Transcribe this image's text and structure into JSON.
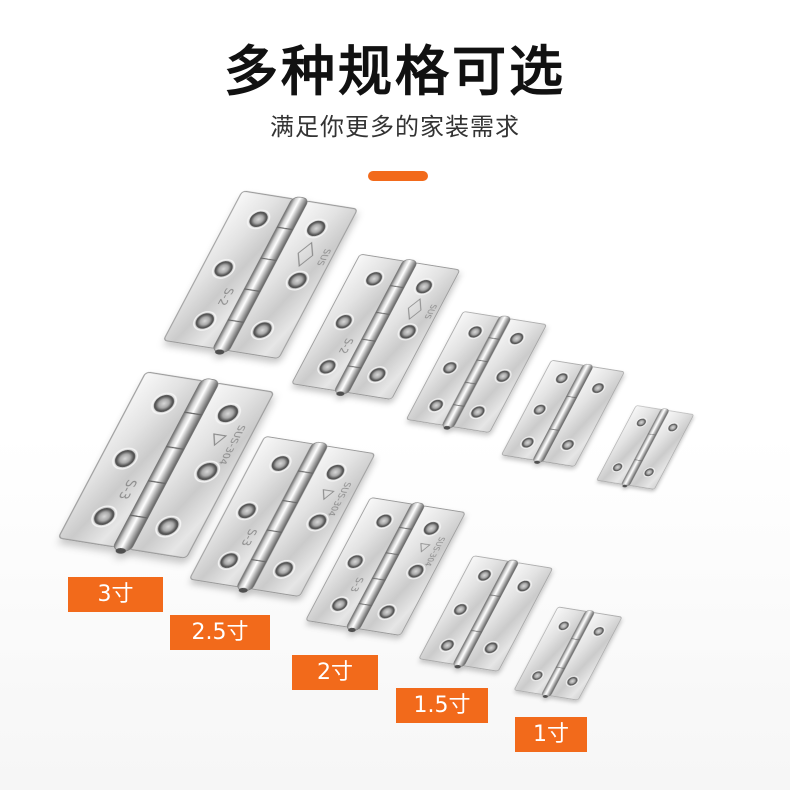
{
  "header": {
    "title": "多种规格可选",
    "subtitle": "满足你更多的家装需求"
  },
  "size_labels": [
    "3寸",
    "2.5寸",
    "2寸",
    "1.5寸",
    "1寸"
  ],
  "hinge_stamps": {
    "top_row": {
      "left_leaf": "S-2",
      "right_leaf": "SUS"
    },
    "bottom_row": {
      "left_leaf": "S-3",
      "right_leaf": "SUS-304"
    }
  },
  "colors": {
    "accent": "#F26A1B",
    "title": "#111111",
    "subtitle": "#333333",
    "label_text": "#FFFFFF",
    "background": "#FFFFFF"
  }
}
